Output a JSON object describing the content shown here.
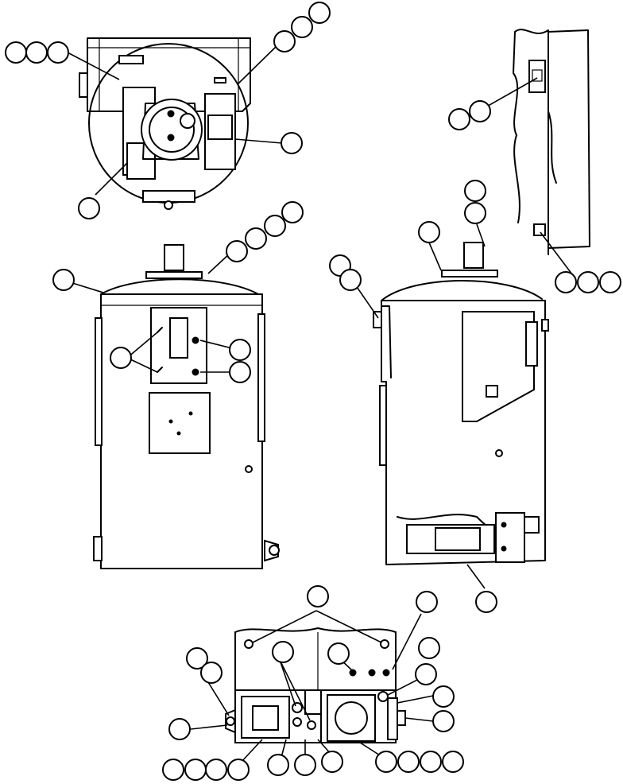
{
  "figure": {
    "views": [
      "top-view",
      "front-view",
      "side-view",
      "detail-view-upper-right",
      "bottom-detail-view"
    ],
    "callout_count": 48,
    "line_color": "#000000",
    "background_color": "#ffffff"
  }
}
